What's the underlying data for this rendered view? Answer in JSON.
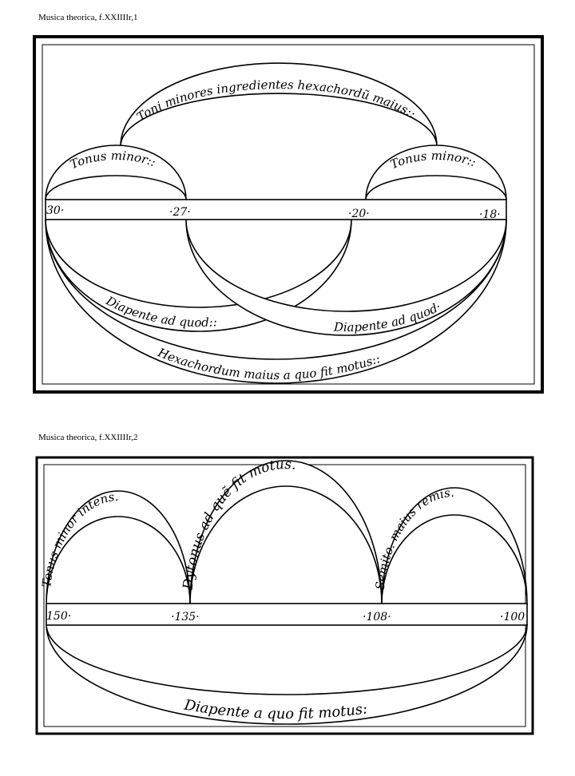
{
  "figures": [
    {
      "caption": "Musica theorica, f.XXIIIIr,1",
      "numbers": [
        "30·",
        "·27·",
        "·20·",
        "·18·"
      ],
      "labels": {
        "top_arc": "Toni minores ingredientes hexachordũ maius::",
        "left_arc": "Tonus minor::",
        "right_arc": "Tonus minor::",
        "lower_left": "Diapente ad quod::",
        "lower_right": "Diapente ad quod·",
        "bottom": "Hexachordum maius a quo fit motus::"
      }
    },
    {
      "caption": "Musica theorica, f.XXIIIIr,2",
      "numbers": [
        "150·",
        "·135·",
        "·108·",
        "·100"
      ],
      "labels": {
        "left_arc": "Tonus minor intens.",
        "middle_arc": "Dytonus ad quẽ fit motus.",
        "right_arc": "Semito. maius remis.",
        "bottom": "Diapente a quo fit motus:"
      }
    }
  ]
}
